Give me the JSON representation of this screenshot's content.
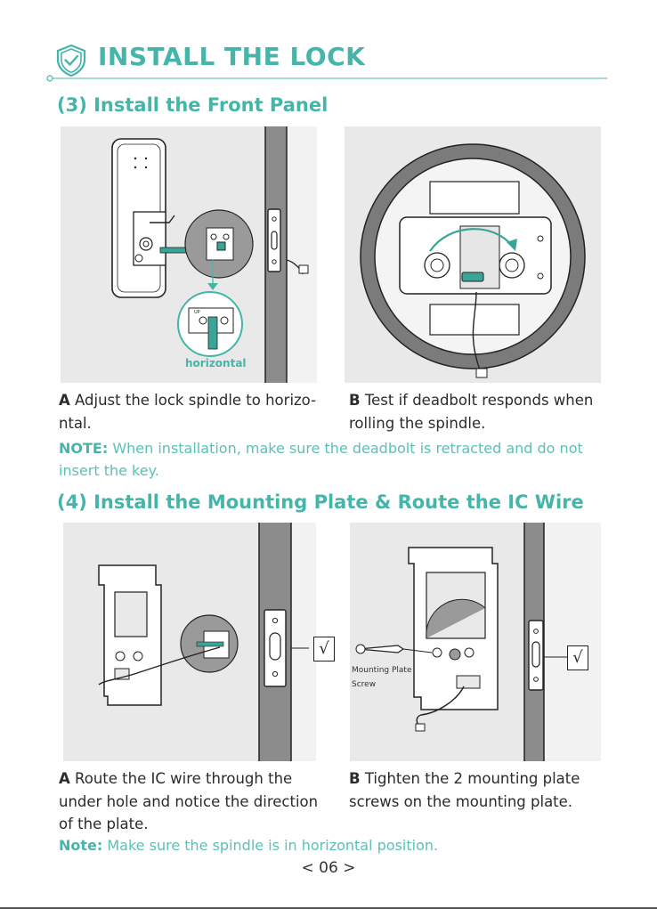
{
  "header": {
    "title": "INSTALL THE LOCK",
    "icon": "shield-check-icon"
  },
  "section3": {
    "title": "(3) Install the Front Panel",
    "figA": {
      "callout": "horizontal"
    },
    "captionA": {
      "letter": "A",
      "text": "Adjust the lock spindle to horizo-",
      "text2": "ntal."
    },
    "captionB": {
      "letter": "B",
      "text": "Test if deadbolt responds when",
      "text2": "rolling the spindle."
    },
    "note": {
      "label": "NOTE:",
      "text": "When installation, make sure the deadbolt is retracted and do not",
      "text2": "insert the key."
    }
  },
  "section4": {
    "title": "(4) Install the Mounting Plate & Route the IC Wire",
    "figB": {
      "label1": "Mounting Plate",
      "label2": "Screw"
    },
    "check": "√",
    "captionA": {
      "letter": "A",
      "text": "Route the IC wire through the",
      "text2": "under hole and notice the direction",
      "text3": "of the plate."
    },
    "captionB": {
      "letter": "B",
      "text": "Tighten the 2 mounting plate",
      "text2": "screws on the mounting plate."
    },
    "note": {
      "label": "Note:",
      "text": "Make sure the spindle is in horizontal position."
    }
  },
  "footer": {
    "page_number": "< 06 >"
  },
  "colors": {
    "accent": "#46b5a9",
    "note": "#5cc0b5",
    "figure_bg": "#e9e9e9"
  }
}
